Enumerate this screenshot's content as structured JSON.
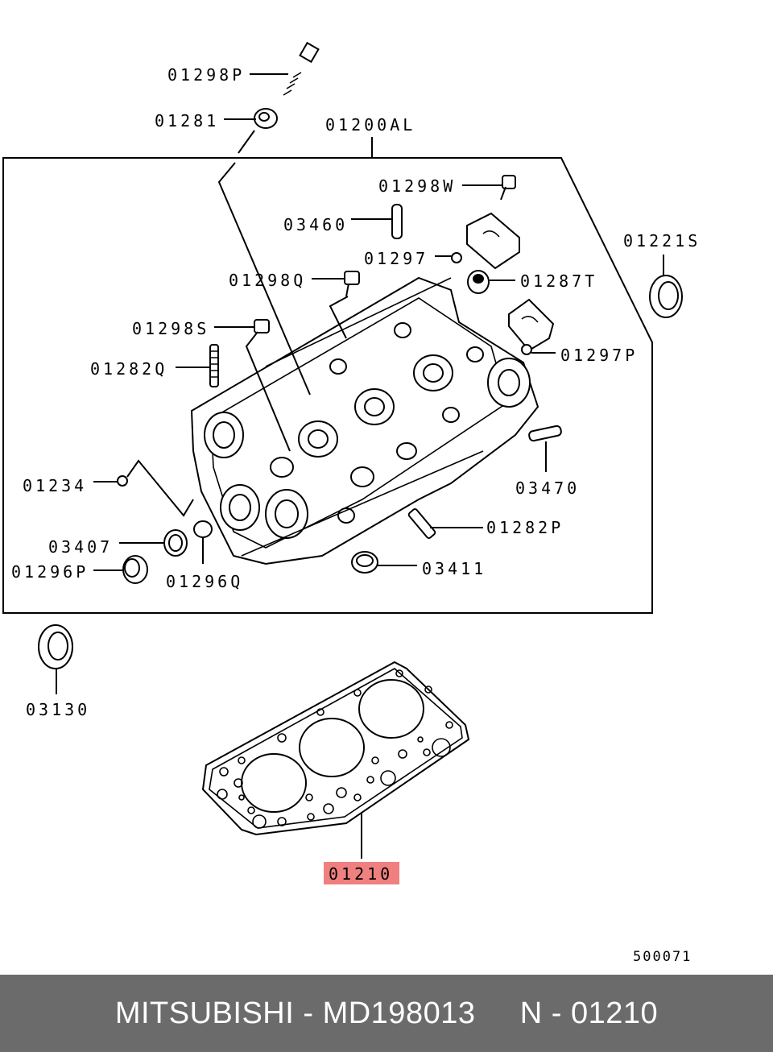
{
  "diagram": {
    "labels": {
      "p01298P": "01298P",
      "p01281": "01281",
      "p01200AL": "01200AL",
      "p01298W": "01298W",
      "p03460": "03460",
      "p01221S": "01221S",
      "p01297": "01297",
      "p01298Q": "01298Q",
      "p01287T": "01287T",
      "p01298S": "01298S",
      "p01297P": "01297P",
      "p01282Q": "01282Q",
      "p03470": "03470",
      "p01234": "01234",
      "p01282P": "01282P",
      "p03407": "03407",
      "p03411": "03411",
      "p01296P": "01296P",
      "p01296Q": "01296Q",
      "p03130": "03130",
      "p01210": "01210"
    },
    "highlight_color": "#f08080",
    "diagram_code": "500071"
  },
  "footer": {
    "text": "MITSUBISHI - MD198013     N - 01210",
    "background": "#6b6b6b"
  }
}
